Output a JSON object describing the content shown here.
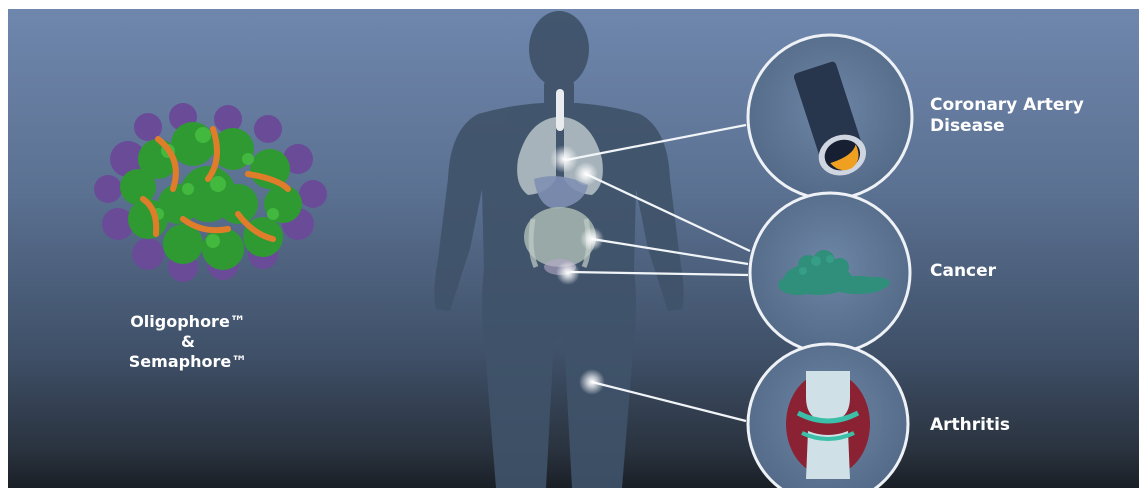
{
  "product": {
    "line1": "Oligophore™",
    "line2": "&",
    "line3": "Semaphore™"
  },
  "conditions": {
    "coronary_line1": "Coronary Artery",
    "coronary_line2": "Disease",
    "cancer": "Cancer",
    "arthritis": "Arthritis"
  },
  "colors": {
    "background_top": "#6f87ad",
    "background_bottom": "#1a1f26",
    "silhouette": "#3f5269",
    "nanoparticle_green": "#3aa83a",
    "nanoparticle_purple": "#7a5aa6",
    "nanoparticle_orange": "#e07d2a",
    "plaque_orange": "#f0a020",
    "tumor_teal": "#2f8f7a",
    "joint_red": "#8a2233"
  }
}
